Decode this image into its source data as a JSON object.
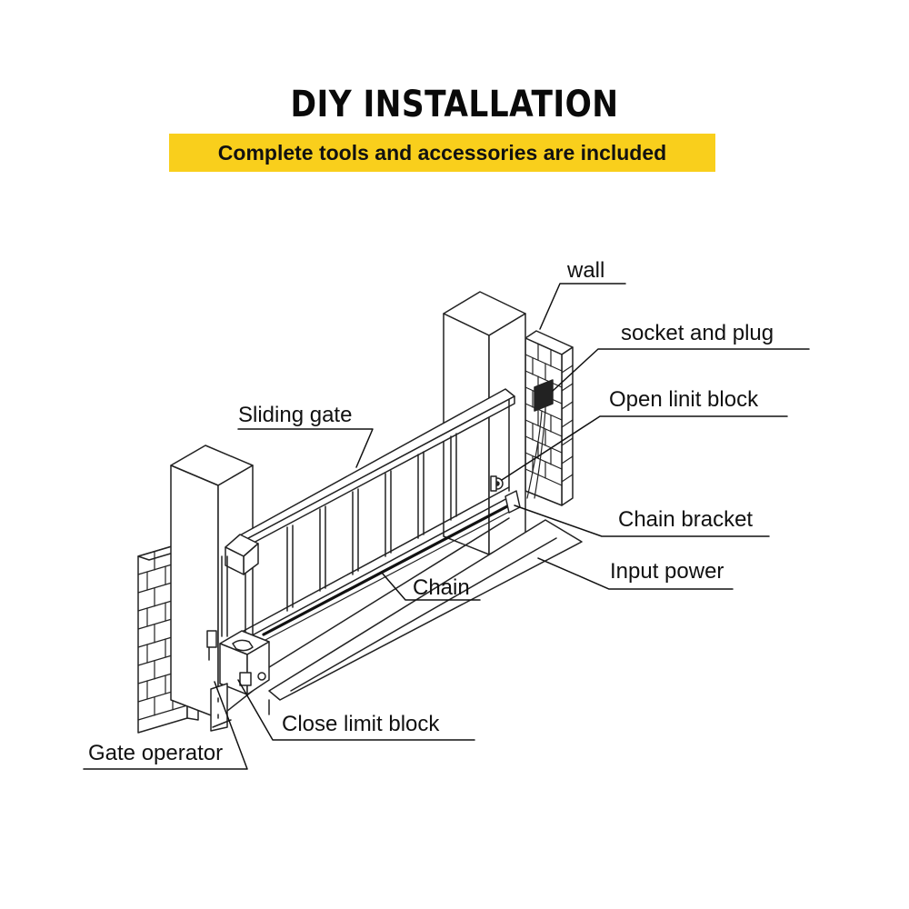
{
  "header": {
    "title": "DIY INSTALLATION",
    "subtitle": "Complete tools and accessories are included",
    "banner_color": "#f9cf1c"
  },
  "labels": {
    "wall": "wall",
    "socket_and_plug": "socket and plug",
    "open_limit_block": "Open linit block",
    "sliding_gate": "Sliding gate",
    "chain_bracket": "Chain bracket",
    "input_power": "Input power",
    "chain": "Chain",
    "close_limit_block": "Close limit block",
    "gate_operator": "Gate operator"
  }
}
